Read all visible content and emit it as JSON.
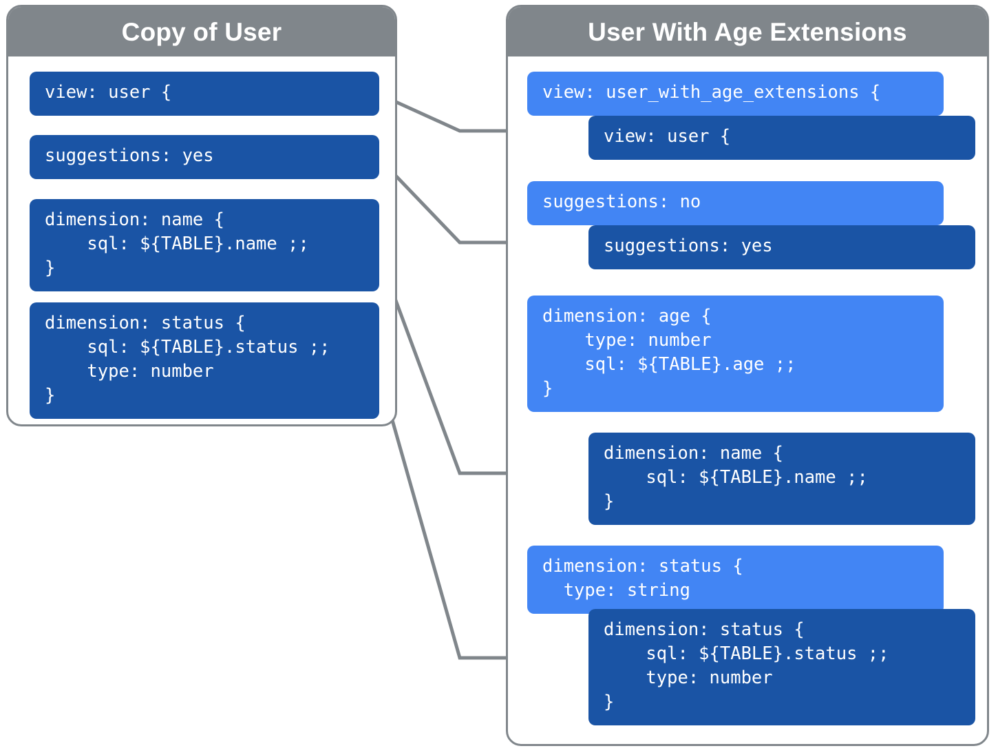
{
  "diagram": {
    "title": "LookML view extension diagram",
    "colors": {
      "panel_border": "#80868b",
      "panel_header_bg": "#80868b",
      "code_dark": "#1a54a5",
      "code_light": "#4285f4",
      "arrow": "#80868b",
      "text": "#ffffff",
      "background": "#ffffff"
    }
  },
  "left_panel": {
    "header": "Copy of User",
    "blocks": [
      {
        "id": "left-view",
        "text": "view: user {"
      },
      {
        "id": "left-suggestions",
        "text": "suggestions: yes"
      },
      {
        "id": "left-dimension-name",
        "text": "dimension: name {\n    sql: ${TABLE}.name ;;\n}"
      },
      {
        "id": "left-dimension-status",
        "text": "dimension: status {\n    sql: ${TABLE}.status ;;\n    type: number\n}"
      }
    ]
  },
  "right_panel": {
    "header": "User With Age Extensions",
    "blocks": [
      {
        "id": "right-view-extension",
        "variant": "light",
        "text": "view: user_with_age_extensions {"
      },
      {
        "id": "right-view-inherited",
        "variant": "dark",
        "text": "view: user {"
      },
      {
        "id": "right-suggestions-override",
        "variant": "light",
        "text": "suggestions: no"
      },
      {
        "id": "right-suggestions-inherited",
        "variant": "dark",
        "text": "suggestions: yes"
      },
      {
        "id": "right-dimension-age",
        "variant": "light",
        "text": "dimension: age {\n    type: number\n    sql: ${TABLE}.age ;;\n}"
      },
      {
        "id": "right-dimension-name",
        "variant": "dark",
        "text": "dimension: name {\n    sql: ${TABLE}.name ;;\n}"
      },
      {
        "id": "right-dimension-status-override",
        "variant": "light",
        "text": "dimension: status {\n  type: string"
      },
      {
        "id": "right-dimension-status-inherited",
        "variant": "dark",
        "text": "dimension: status {\n    sql: ${TABLE}.status ;;\n    type: number\n}"
      }
    ]
  },
  "connectors": [
    {
      "id": "connector-view",
      "from": "left-view",
      "to": "right-view-inherited"
    },
    {
      "id": "connector-suggestions",
      "from": "left-suggestions",
      "to": "right-suggestions-inherited"
    },
    {
      "id": "connector-dimension-name",
      "from": "left-dimension-name",
      "to": "right-dimension-name"
    },
    {
      "id": "connector-dimension-status",
      "from": "left-dimension-status",
      "to": "right-dimension-status-inherited"
    }
  ]
}
